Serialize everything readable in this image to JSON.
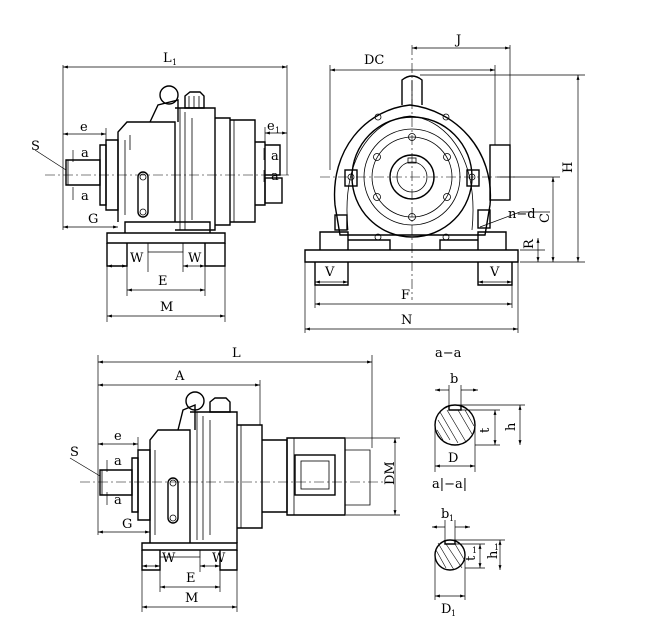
{
  "labels": {
    "L1": "L",
    "L1_sub": "1",
    "e": "e",
    "e1": "e",
    "e1_sub": "1",
    "S": "S",
    "a": "a",
    "G": "G",
    "W": "W",
    "E": "E",
    "M": "M",
    "DC": "DC",
    "J": "J",
    "H": "H",
    "C": "C",
    "R": "R",
    "n_d": "n−d",
    "V": "V",
    "F": "F",
    "N": "N",
    "L": "L",
    "A": "A",
    "DM": "DM",
    "section_aa": "a−a",
    "b": "b",
    "t": "t",
    "h": "h",
    "D": "D",
    "a_a": "a|−a|",
    "b1": "b",
    "b1_sub": "1",
    "t1": "t",
    "t1_sub": "1",
    "h1": "h",
    "h1_sub": "1",
    "D1": "D",
    "D1_sub": "1"
  }
}
